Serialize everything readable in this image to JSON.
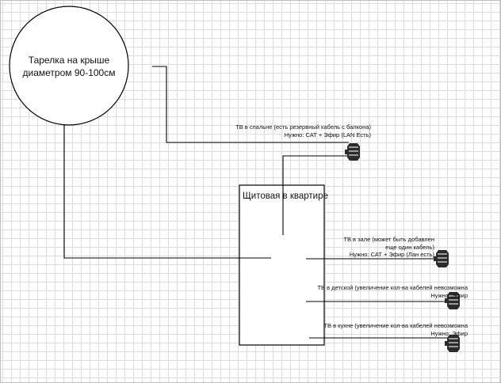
{
  "diagram": {
    "dish": {
      "label_line1": "Тарелка на крыше",
      "label_line2": "диаметром 90-100см"
    },
    "panel": {
      "label": "Щитовая в квартире"
    },
    "tvs": [
      {
        "line1": "ТВ в спальне (есть резервный кабель с балкона)",
        "line2": "Нужно: САТ + Эфир (LAN Есть)"
      },
      {
        "line1": "ТВ в зале (может быть добавлен",
        "line2": "еще один кабель)",
        "line3": "Нужно: САТ + Эфир (Лан есть)"
      },
      {
        "line1": "ТВ в детской (увеличение кол-ва кабелей невозможна",
        "line2": "Нужно: Эфир"
      },
      {
        "line1": "ТВ в кухне (увеличение кол-ва кабелей невозможна",
        "line2": "Нужно: Эфир"
      }
    ],
    "colors": {
      "line": "#000000",
      "grid": "#dcdcdc",
      "tv_icon": "#2b2b2b"
    },
    "icon_names": [
      "tv-connector-icon"
    ]
  }
}
